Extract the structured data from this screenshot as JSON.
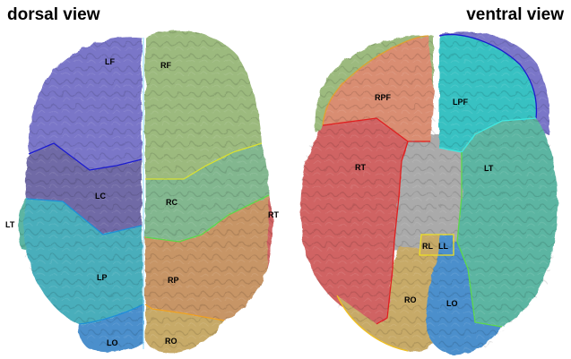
{
  "titles": {
    "dorsal": "dorsal view",
    "ventral": "ventral view"
  },
  "colors": {
    "frontal_left": "#7a76c8",
    "frontal_right": "#9cba7e",
    "central_left": "#6f6aa6",
    "central_right": "#82b78f",
    "parietal_left": "#4aaebb",
    "parietal_right": "#c79566",
    "occipital_left": "#4b8fcc",
    "occipital_right": "#c7aa68",
    "temporal_left": "#5cb5a2",
    "temporal_right": "#d06464",
    "prefrontal_left": "#37c1c2",
    "prefrontal_right": "#d98d72",
    "midline": "#aaaaaa"
  },
  "labels": {
    "dorsal": {
      "LF": "LF",
      "RF": "RF",
      "LC": "LC",
      "RC": "RC",
      "LP": "LP",
      "RP": "RP",
      "LO": "LO",
      "RO": "RO",
      "LT": "LT",
      "RT": "RT"
    },
    "ventral": {
      "RPF": "RPF",
      "LPF": "LPF",
      "RT": "RT",
      "LT": "LT",
      "RL": "RL",
      "LL": "LL",
      "RO": "RO",
      "LO": "LO"
    }
  }
}
